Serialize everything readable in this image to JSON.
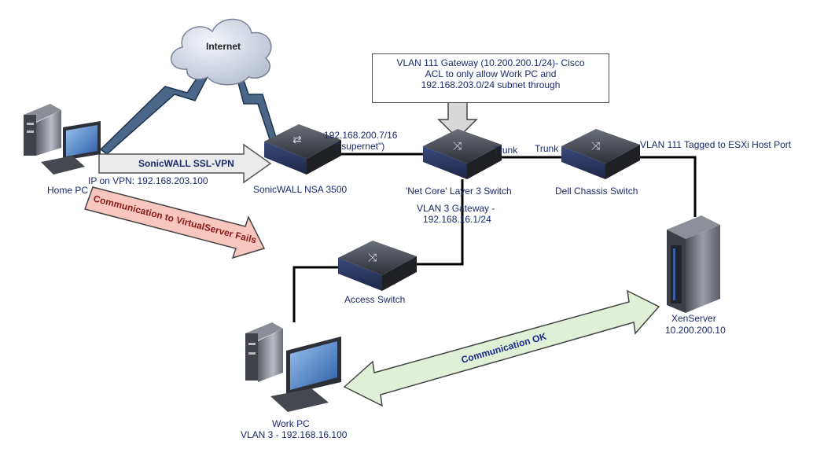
{
  "cloud": {
    "label": "Internet"
  },
  "note": {
    "line1": "VLAN 111 Gateway (10.200.200.1/24)- Cisco",
    "line2": "ACL to only allow Work PC and",
    "line3": "192.168.203.0/24 subnet through"
  },
  "home_pc": {
    "label": "Home PC",
    "vpn_ip": "IP on VPN: 192.168.203.100"
  },
  "vpn_arrow": {
    "label": "SonicWALL SSL-VPN"
  },
  "fail_arrow": {
    "label": "Communication to VirtualServer Fails",
    "color": "#f7c7bf"
  },
  "ok_arrow": {
    "label": "Communication OK",
    "color": "#e0f0d6"
  },
  "sonicwall": {
    "label": "SonicWALL NSA 3500",
    "ip_line1": "192.168.200.7/16",
    "ip_line2": "(\"supernet\")"
  },
  "core_switch": {
    "label": "'Net Core' Layer 3 Switch",
    "gw_line1": "VLAN 3 Gateway -",
    "gw_line2": "192.168.16.1/24"
  },
  "trunk_left": {
    "label": "Trunk"
  },
  "trunk_right": {
    "label": "Trunk"
  },
  "dell_switch": {
    "label": "Dell Chassis Switch"
  },
  "vlan_tag": {
    "label": "VLAN 111 Tagged to ESXi Host Port"
  },
  "access_switch": {
    "label": "Access Switch"
  },
  "xenserver": {
    "label": "XenServer",
    "ip": "10.200.200.10"
  },
  "work_pc": {
    "label": "Work PC",
    "vlan": "VLAN 3 - 192.168.16.100"
  }
}
